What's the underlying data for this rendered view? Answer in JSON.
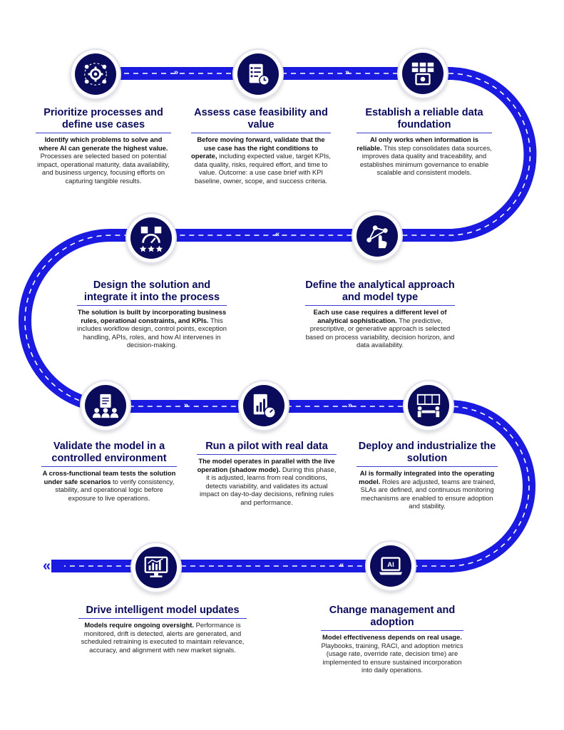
{
  "colors": {
    "road": "#1a1ae0",
    "dash": "#ffffff",
    "title": "#0b0b5c",
    "node": "#0b0b5c",
    "rule": "#3a3ad0"
  },
  "steps": [
    {
      "icon": "gears-cycle-icon",
      "title": "Prioritize processes and define use cases",
      "bold": "Identify which problems to solve and where AI can generate the highest value.",
      "text": " Processes are selected based on potential impact, operational maturity, data availability, and business urgency, focusing efforts on capturing tangible results."
    },
    {
      "icon": "checklist-clock-icon",
      "title": "Assess case feasibility and value",
      "bold": "Before moving forward, validate that the use case has the right conditions to operate,",
      "text": " including expected value, target KPIs, data quality, risks, required effort, and time to value. Outcome: a use case brief with KPI baseline, owner, scope, and success criteria."
    },
    {
      "icon": "data-server-icon",
      "title": "Establish a reliable data foundation",
      "bold": "AI only works when information is reliable.",
      "text": " This step consolidates data sources, improves data quality and traceability, and establishes minimum governance to enable scalable and consistent models."
    },
    {
      "icon": "network-hand-icon",
      "title": "Define the analytical approach and model type",
      "bold": "Each use case requires a different level of analytical sophistication.",
      "text": " The predictive, prescriptive, or generative approach is selected based on process variability, decision horizon, and data availability."
    },
    {
      "icon": "boxes-gauge-icon",
      "title": "Design the solution and integrate it into the process",
      "bold": "The solution is built by incorporating business rules, operational constraints, and KPIs.",
      "text": " This includes workflow design, control points, exception handling, APIs, roles, and how AI intervenes in decision-making."
    },
    {
      "icon": "team-document-icon",
      "title": "Validate the model in a controlled environment",
      "bold": "A cross-functional team tests the solution under safe scenarios",
      "text": " to verify consistency, stability, and operational logic before exposure to live operations."
    },
    {
      "icon": "report-gauge-icon",
      "title": "Run a pilot with real data",
      "bold": "The model operates in parallel with the live operation (shadow mode).",
      "text": " During this phase, it is adjusted, learns from real conditions, detects variability, and validates its actual impact on day-to-day decisions, refining rules and performance."
    },
    {
      "icon": "meeting-room-icon",
      "title": "Deploy and industrialize the solution",
      "bold": "AI is formally integrated into the operating model.",
      "text": " Roles are adjusted, teams are trained, SLAs are defined, and continuous monitoring mechanisms are enabled to ensure adoption and stability."
    },
    {
      "icon": "ai-laptop-icon",
      "title": "Change management and adoption",
      "bold": "Model effectiveness depends on real usage.",
      "text": " Playbooks, training, RACI, and adoption metrics (usage rate, override rate, decision time) are implemented to ensure sustained incorporation into daily operations."
    },
    {
      "icon": "monitor-chart-icon",
      "title": "Drive intelligent model updates",
      "bold": "Models require ongoing oversight.",
      "text": " Performance is monitored, drift is detected, alerts are generated, and scheduled retraining is executed to maintain relevance, accuracy, and alignment with new market signals."
    }
  ]
}
